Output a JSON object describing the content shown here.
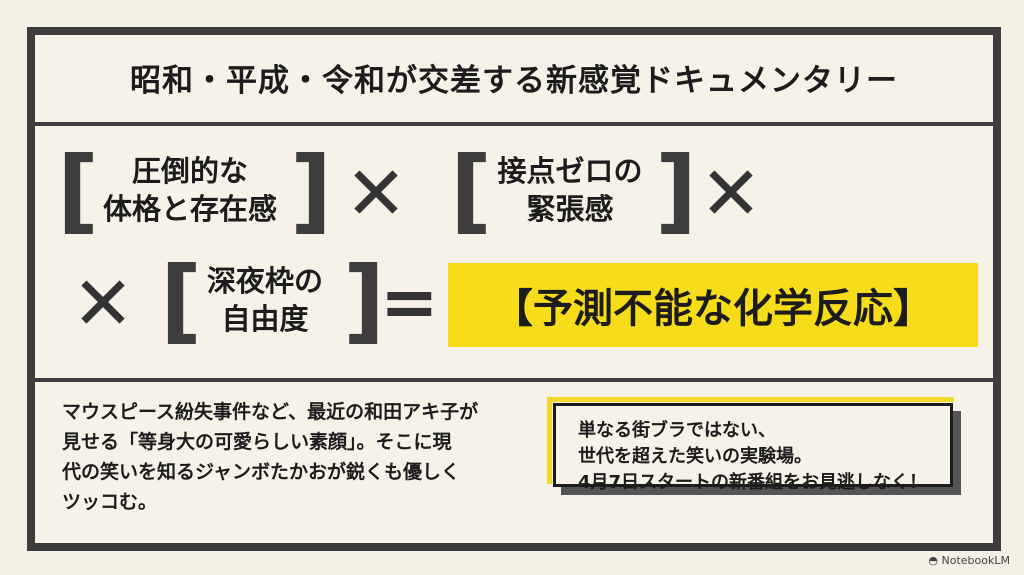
{
  "title": "昭和・平成・令和が交差する新感覚ドキュメンタリー",
  "equation": {
    "open_bracket": "[",
    "close_bracket": "]",
    "times": "✕",
    "equals": "=",
    "terms": [
      {
        "line1": "圧倒的な",
        "line2": "体格と存在感"
      },
      {
        "line1": "接点ゼロの",
        "line2": "緊張感"
      },
      {
        "line1": "深夜枠の",
        "line2": "自由度"
      }
    ],
    "result": "【予測不能な化学反応】"
  },
  "description": {
    "lines": [
      "マウスピース紛失事件など、最近の和田アキ子が",
      "見せる「等身大の可愛らしい素顔」。そこに現",
      "代の笑いを知るジャンボたかおが鋭くも優しく",
      "ツッコむ。"
    ]
  },
  "callout": {
    "lines": [
      "単なる街ブラではない、",
      "世代を超えた笑いの実験場。",
      "4月7日スタートの新番組をお見逃しなく！"
    ]
  },
  "watermark": "NotebookLM",
  "colors": {
    "accent": "#f7dc1a",
    "frame": "#3d3d3d",
    "background": "#f4f0e4"
  }
}
